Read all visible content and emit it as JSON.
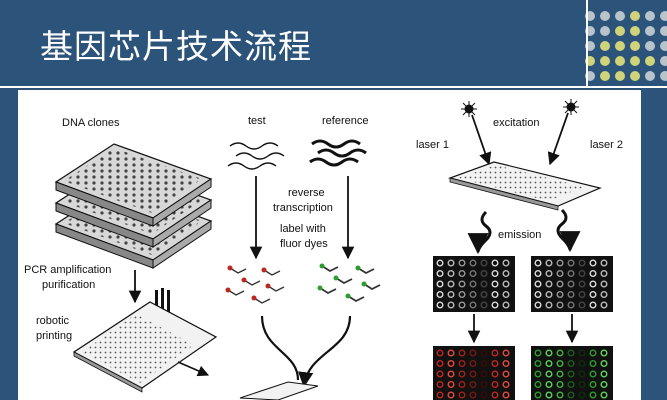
{
  "slide": {
    "title": "基因芯片技术流程"
  },
  "diagram": {
    "dna_clones": "DNA clones",
    "pcr_line1": "PCR amplification",
    "pcr_line2": "purification",
    "robotic_line1": "robotic",
    "robotic_line2": "printing",
    "test": "test",
    "reference": "reference",
    "reverse_line1": "reverse",
    "reverse_line2": "transcription",
    "label_line1": "label with",
    "label_line2": "fluor dyes",
    "excitation": "excitation",
    "laser1": "laser 1",
    "laser2": "laser 2",
    "emission": "emission"
  },
  "colors": {
    "background": "#2c5379",
    "dot_gray": "#b9c3cc",
    "dot_yellow": "#cfd37a",
    "red": "#c0261e",
    "green": "#2c9d2a"
  }
}
